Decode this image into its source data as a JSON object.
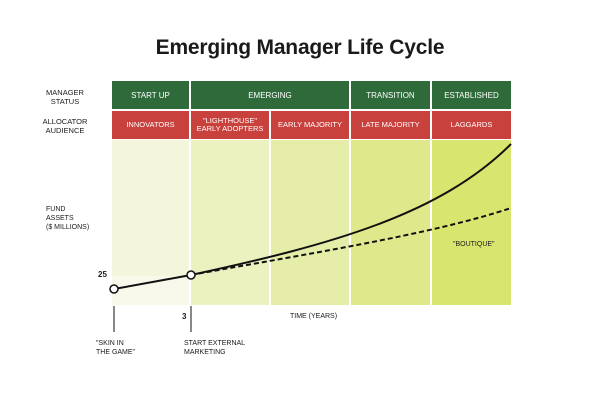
{
  "title": "Emerging Manager Life Cycle",
  "labels": {
    "manager_status": "MANAGER\nSTATUS",
    "allocator_audience": "ALLOCATOR\nAUDIENCE",
    "fund_assets": "FUND\nASSETS\n($ MILLIONS)",
    "time": "TIME (YEARS)",
    "y_start": "25",
    "x_mark": "3",
    "skin": "\"SKIN IN\nTHE GAME\"",
    "start_external": "START EXTERNAL\nMARKETING",
    "boutique": "\"BOUTIQUE\""
  },
  "phases": [
    "START UP",
    "EMERGING",
    "TRANSITION",
    "ESTABLISHED"
  ],
  "audiences": [
    "INNOVATORS",
    "\"LIGHTHOUSE\"\nEARLY ADOPTERS",
    "EARLY MAJORITY",
    "LATE MAJORITY",
    "LAGGARDS"
  ],
  "colors": {
    "phase_bar": "#2f6b3a",
    "audience_bar": "#c9413d",
    "band_1": "#f4f6dc",
    "band_2": "#ecf1c0",
    "band_3": "#e6eda9",
    "band_4": "#dfe88a",
    "band_5": "#d8e56f"
  }
}
